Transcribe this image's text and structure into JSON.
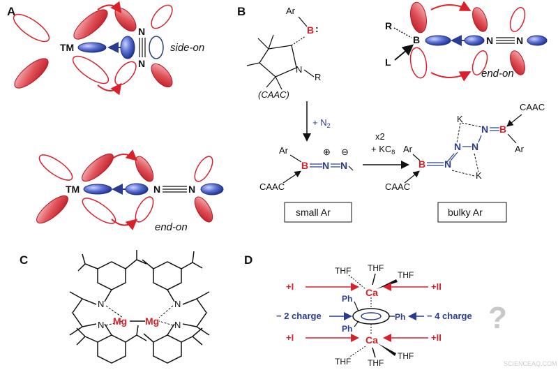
{
  "panels": {
    "a": "A",
    "b": "B",
    "c": "C",
    "d": "D"
  },
  "panel_a": {
    "tm_top": "TM",
    "tm_bottom": "TM",
    "n_top": "N",
    "n_bottom": "N",
    "n_left": "N",
    "n_right": "N",
    "side_on": "side-on",
    "end_on": "end-on"
  },
  "panel_b": {
    "ar_top": "Ar",
    "b_top": "B",
    "caac_n": "N",
    "caac_r": "R",
    "caac_label": "(CAAC)",
    "n2_reagent": "N",
    "n2_sub": "2",
    "x2": "x2",
    "kc8": "+ KC",
    "kc8_sub": "8",
    "small_ar_ar": "Ar",
    "small_ar_b": "B",
    "small_ar_n1": "N",
    "small_ar_n2": "N",
    "small_ar_caac": "CAAC",
    "small_ar_label": "small Ar",
    "bulky_ar_label": "bulky Ar",
    "bulky_k_top": "K",
    "bulky_k_bottom": "K",
    "bulky_caac_top": "CAAC",
    "bulky_ar_right": "Ar",
    "bulky_ar_left": "Ar",
    "bulky_caac_left": "CAAC",
    "bulky_b_right": "B",
    "bulky_b_left": "B",
    "bulky_n": "N",
    "endon_r": "R",
    "endon_l": "L",
    "endon_b": "B",
    "endon_n1": "N",
    "endon_n2": "N",
    "endon_label": "end-on"
  },
  "panel_c": {
    "mg_left": "Mg",
    "mg_right": "Mg",
    "n": "N"
  },
  "panel_d": {
    "thf": "THF",
    "ca_top": "Ca",
    "ca_bottom": "Ca",
    "ph": "Ph",
    "plus_i": "+I",
    "plus_ii": "+II",
    "minus2": "− 2 charge",
    "minus4": "− 4 charge",
    "question": "?"
  },
  "watermark": "SCIENCEAQ.COM",
  "colors": {
    "red": "#d9202b",
    "blue": "#2a3c8f",
    "orbital_blue": "#5a6fd0",
    "grey_question": "#c8c8c8"
  }
}
